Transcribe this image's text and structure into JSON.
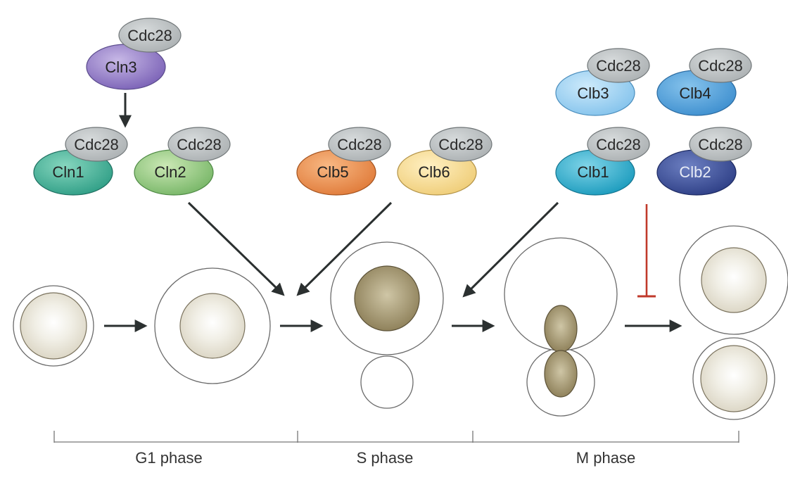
{
  "complexes": {
    "cln3": {
      "kinase": "Cdc28",
      "cyclin": "Cln3",
      "color_light": "#c7b8e6",
      "color_dark": "#7a61b6"
    },
    "cln1": {
      "kinase": "Cdc28",
      "cyclin": "Cln1",
      "color_light": "#86d6be",
      "color_dark": "#2f9e86"
    },
    "cln2": {
      "kinase": "Cdc28",
      "cyclin": "Cln2",
      "color_light": "#cbe8b5",
      "color_dark": "#77b667"
    },
    "clb5": {
      "kinase": "Cdc28",
      "cyclin": "Clb5",
      "color_light": "#f8b883",
      "color_dark": "#e07b3a"
    },
    "clb6": {
      "kinase": "Cdc28",
      "cyclin": "Clb6",
      "color_light": "#fff0c2",
      "color_dark": "#efcd78"
    },
    "clb3": {
      "kinase": "Cdc28",
      "cyclin": "Clb3",
      "color_light": "#cdeafb",
      "color_dark": "#84c3ec"
    },
    "clb4": {
      "kinase": "Cdc28",
      "cyclin": "Clb4",
      "color_light": "#86c3ec",
      "color_dark": "#3e8fcf"
    },
    "clb1": {
      "kinase": "Cdc28",
      "cyclin": "Clb1",
      "color_light": "#7fd4e8",
      "color_dark": "#1b9bbd"
    },
    "clb2": {
      "kinase": "Cdc28",
      "cyclin": "Clb2",
      "color_light": "#6d80c2",
      "color_dark": "#2e3f86"
    }
  },
  "phases": {
    "g1": "G1 phase",
    "s": "S phase",
    "m": "M phase"
  },
  "colors": {
    "kinase_fill": "#a9aeb0",
    "arrow": "#2b3030",
    "inhibition": "#c0392b",
    "nucleus_light": "#f1efe6",
    "nucleus_mid": "#d9d3c1",
    "nucleus_dark_light": "#cfc6a6",
    "nucleus_dark": "#8a7c55",
    "line": "#777777"
  }
}
